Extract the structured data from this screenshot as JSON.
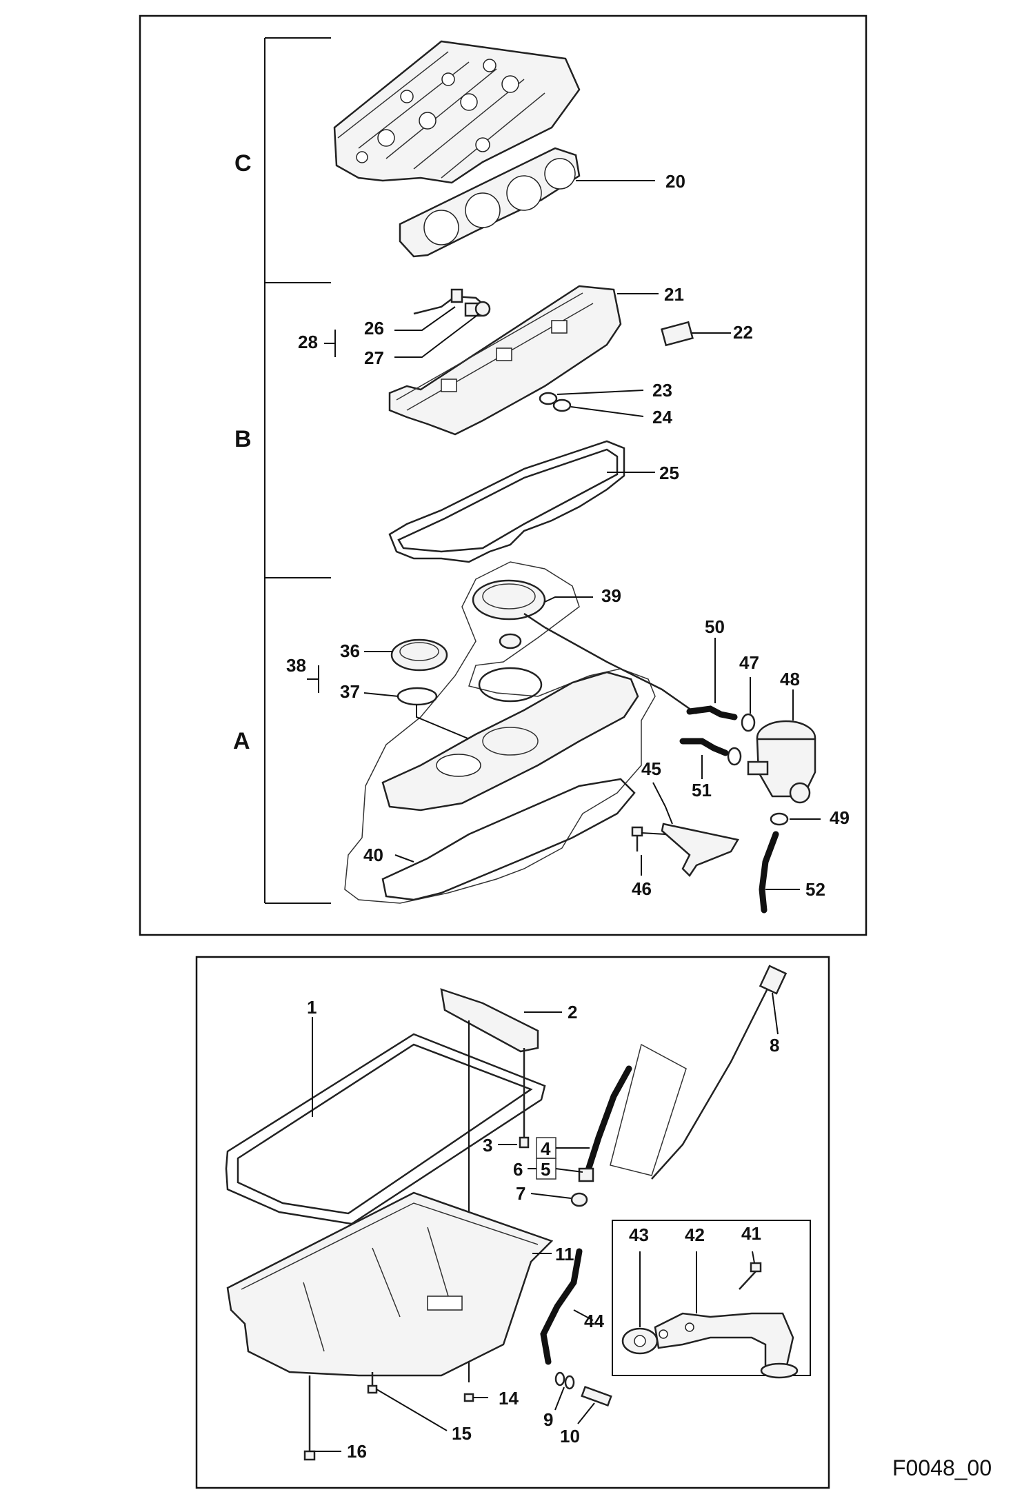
{
  "figure_code": "F0048_00",
  "groups": {
    "a": "A",
    "b": "B",
    "c": "C"
  },
  "callouts": {
    "n1": "1",
    "n2": "2",
    "n3": "3",
    "n4": "4",
    "n5": "5",
    "n6": "6",
    "n7": "7",
    "n8": "8",
    "n9": "9",
    "n10": "10",
    "n11": "11",
    "n14": "14",
    "n15": "15",
    "n16": "16",
    "n20": "20",
    "n21": "21",
    "n22": "22",
    "n23": "23",
    "n24": "24",
    "n25": "25",
    "n26": "26",
    "n27": "27",
    "n28": "28",
    "n36": "36",
    "n37": "37",
    "n38": "38",
    "n39": "39",
    "n40": "40",
    "n41": "41",
    "n42": "42",
    "n43": "43",
    "n44": "44",
    "n45": "45",
    "n46": "46",
    "n47": "47",
    "n48": "48",
    "n49": "49",
    "n50": "50",
    "n51": "51",
    "n52": "52"
  }
}
